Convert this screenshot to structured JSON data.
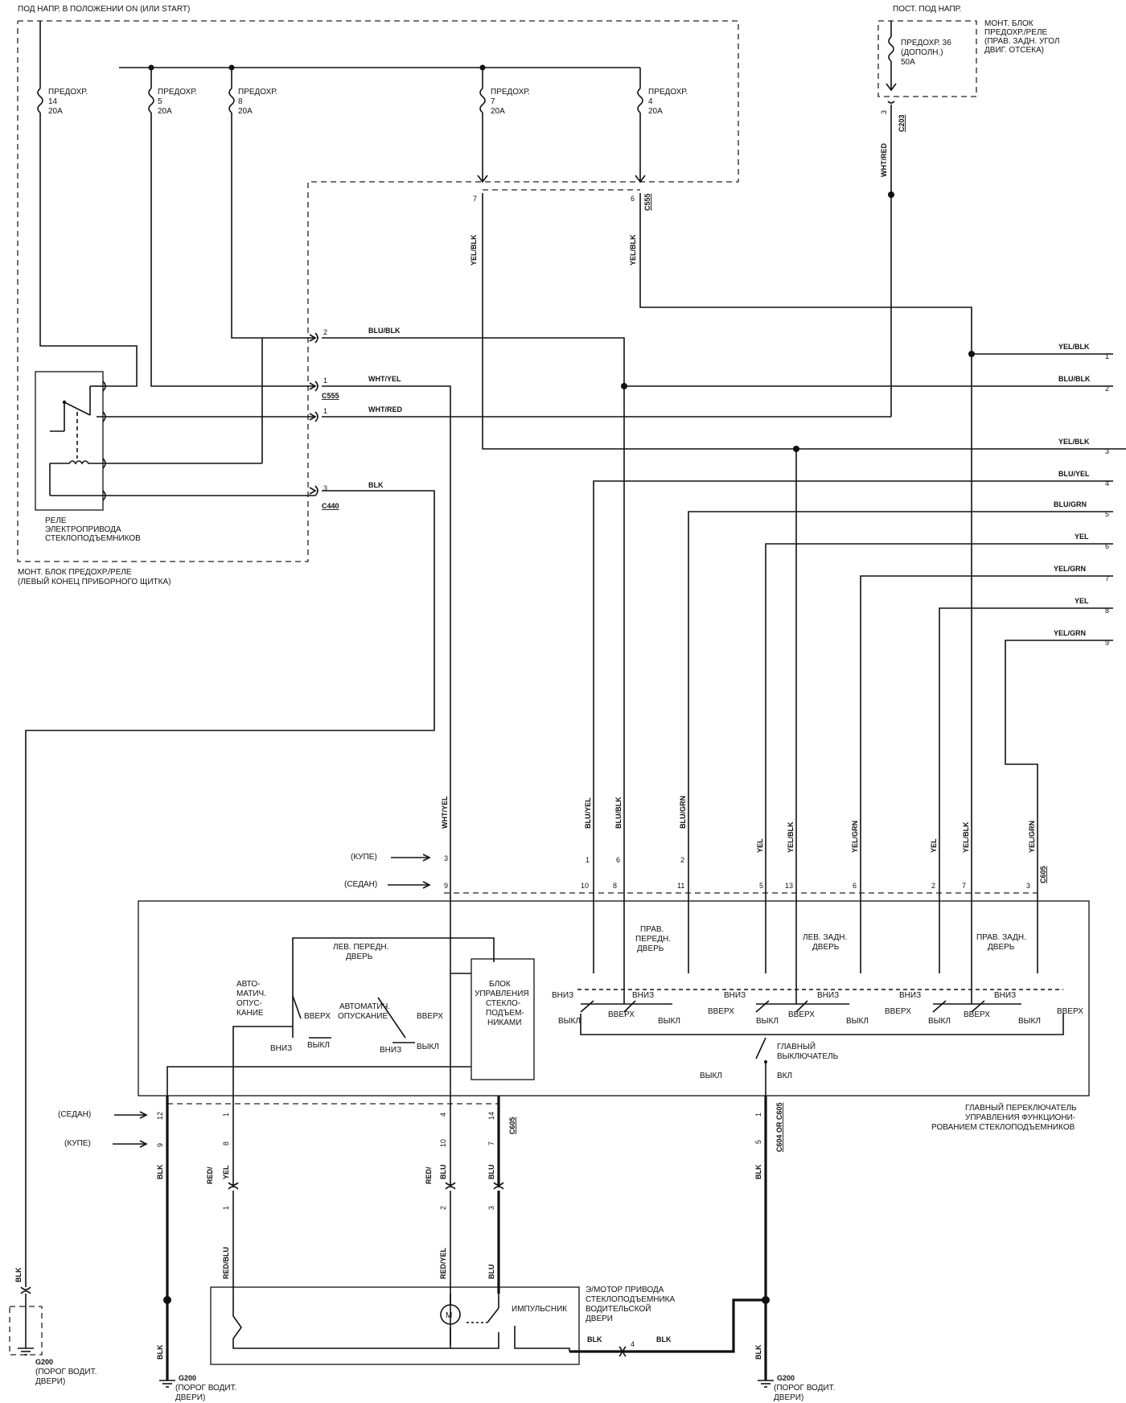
{
  "power_on_label": "ПОД НАПР. В ПОЛОЖЕНИИ ON (ИЛИ START)",
  "const_power_label": "ПОСТ. ПОД НАПР.",
  "fuses": [
    {
      "title": "ПРЕДОХР.",
      "number": "14",
      "rating": "20A"
    },
    {
      "title": "ПРЕДОХР.",
      "number": "5",
      "rating": "20A"
    },
    {
      "title": "ПРЕДОХР.",
      "number": "8",
      "rating": "20A"
    },
    {
      "title": "ПРЕДОХР.",
      "number": "7",
      "rating": "20A"
    },
    {
      "title": "ПРЕДОХР.",
      "number": "4",
      "rating": "20A"
    }
  ],
  "fuse36": {
    "line1": "ПРЕДОХР. 36",
    "line2": "(ДОПОЛН.)",
    "line3": "50A"
  },
  "rear_block": {
    "line1": "МОНТ. БЛОК",
    "line2": "ПРЕДОХР./РЕЛЕ",
    "line3": "(ПРАВ. ЗАДН. УГОЛ",
    "line4": "ДВИГ. ОТСЕКА)"
  },
  "left_block": {
    "line1": "МОНТ. БЛОК ПРЕДОХР./РЕЛЕ",
    "line2": "(ЛЕВЫЙ КОНЕЦ ПРИБОРНОГО ЩИТКА)"
  },
  "relay": {
    "line1": "РЕЛЕ",
    "line2": "ЭЛЕКТРОПРИВОДА",
    "line3": "СТЕКЛОПОДЪЕМНИКОВ"
  },
  "connectors": {
    "c555": "C555",
    "c440": "C440",
    "c203": "C203",
    "c605": "C605",
    "c605b": "C605",
    "c604": "C604 OR C605"
  },
  "pins": {
    "p7": "7",
    "p6": "6",
    "p2": "2",
    "p1a": "1",
    "p1b": "1",
    "p3": "3",
    "p3b": "3"
  },
  "wires": {
    "yelblk_a": "YEL/BLK",
    "yelblk_b": "YEL/BLK",
    "blublk": "BLU/BLK",
    "whtyel": "WHT/YEL",
    "whtred_h": "WHT/RED",
    "blk_h": "BLK",
    "whtred_v": "WHT/RED"
  },
  "outputs": [
    {
      "wire": "YEL/BLK",
      "pin": "1"
    },
    {
      "wire": "BLU/BLK",
      "pin": "2"
    },
    {
      "wire": "YEL/BLK",
      "pin": "3"
    },
    {
      "wire": "BLU/YEL",
      "pin": "4"
    },
    {
      "wire": "BLU/GRN",
      "pin": "5"
    },
    {
      "wire": "YEL",
      "pin": "6"
    },
    {
      "wire": "YEL/GRN",
      "pin": "7"
    },
    {
      "wire": "YEL",
      "pin": "8"
    },
    {
      "wire": "YEL/GRN",
      "pin": "9"
    }
  ],
  "vert_wires": [
    "WHT/YEL",
    "BLU/YEL",
    "BLU/BLK",
    "BLU/GRN",
    "YEL",
    "YEL/BLK",
    "YEL/GRN",
    "YEL",
    "YEL/BLK",
    "YEL/GRN"
  ],
  "c605_pins_top": [
    "10",
    "1",
    "8",
    "6",
    "11",
    "2",
    "5",
    "13",
    "6",
    "2",
    "7",
    "3"
  ],
  "coupe": "(КУПЕ)",
  "sedan": "(СЕДАН)",
  "pin3": "3",
  "pin9": "9",
  "switch": {
    "front_left": "ЛЕВ. ПЕРЕДН.",
    "door": "ДВЕРЬ",
    "front_right_1": "ПРАВ.",
    "front_right_2": "ПЕРЕДН.",
    "front_right_3": "ДВЕРЬ",
    "rear_left_1": "ЛЕВ. ЗАДН.",
    "rear_left_2": "ДВЕРЬ",
    "rear_right_1": "ПРАВ. ЗАДН.",
    "rear_right_2": "ДВЕРЬ",
    "auto1": "АВТО-",
    "auto2": "МАТИЧ.",
    "auto3": "ОПУС-",
    "auto4": "КАНИЕ",
    "auto_b1": "АВТОМАТИЧ.",
    "auto_b2": "ОПУСКАНИЕ",
    "up": "ВВЕРХ",
    "down": "ВНИЗ",
    "off": "ВЫКЛ",
    "on": "ВКЛ",
    "main1": "ГЛАВНЫЙ",
    "main2": "ВЫКЛЮЧАТЕЛЬ",
    "ctrl1": "БЛОК",
    "ctrl2": "УПРАВЛЕНИЯ",
    "ctrl3": "СТЕКЛО-",
    "ctrl4": "ПОДЪЕМ-",
    "ctrl5": "НИКАМИ",
    "title1": "ГЛАВНЫЙ ПЕРЕКЛЮЧАТЕЛЬ",
    "title2": "УПРАВЛЕНИЯ ФУНКЦИОНИ-",
    "title3": "РОВАНИЕМ СТЕКЛОПОДЪЕМНИКОВ"
  },
  "lower": {
    "sedan": "(СЕДАН)",
    "coupe": "(КУПЕ)",
    "p12": "12",
    "p9": "9",
    "p1": "1",
    "p8": "8",
    "p4": "4",
    "p10": "10",
    "p14": "14",
    "p7": "7",
    "blk": "BLK",
    "red": "RED/",
    "yel": "YEL",
    "red2": "RED/",
    "blu": "BLU",
    "blu2": "BLU",
    "m1": "1",
    "m2": "2",
    "m3": "3",
    "redblu": "RED/BLU",
    "redyel": "RED/YEL",
    "blu3": "BLU",
    "blk2": "BLK",
    "blk3": "BLK",
    "blk4": "BLK",
    "p4b": "4",
    "blk5": "BLK",
    "p1c": "1",
    "p5": "5",
    "blk6": "BLK"
  },
  "motor": {
    "line1": "Э/МОТОР ПРИВОДА",
    "line2": "СТЕКЛОПОДЪЕМНИКА",
    "line3": "ВОДИТЕЛЬСКОЙ",
    "line4": "ДВЕРИ",
    "pulse": "ИМПУЛЬСНИК",
    "m": "M"
  },
  "grounds": [
    {
      "name": "G200",
      "line1": "(ПОРОГ ВОДИТ.",
      "line2": "ДВЕРИ)"
    },
    {
      "name": "G200",
      "line1": "(ПОРОГ ВОДИТ.",
      "line2": "ДВЕРИ)"
    },
    {
      "name": "G200",
      "line1": "(ПОРОГ ВОДИТ.",
      "line2": "ДВЕРИ)"
    }
  ],
  "blk_left": "BLK"
}
